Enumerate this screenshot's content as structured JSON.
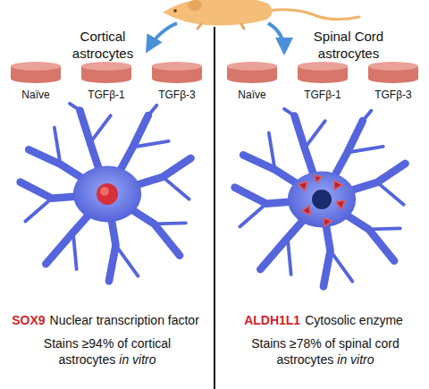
{
  "diagram": {
    "nodes": [
      {
        "text": [
          "Naïve"
        ]
      },
      {
        "text": [
          "TGFβ-1"
        ]
      },
      {
        "text": [
          "TGFβ-3"
        ]
      },
      {
        "text": [
          "Naïve"
        ]
      },
      {
        "text": [
          "TGFβ-1"
        ]
      },
      {
        "text": [
          "TGFβ-3"
        ]
      }
    ],
    "labels": [
      "Cortical astrocytes",
      "Spinal Cord astrocytes",
      "SOX9",
      "Nuclear transcription factor",
      "Stains ≥94% of cortical astrocytes",
      "in vitro",
      "ALDH1L1",
      "Cytosolic enzyme",
      "Stains ≥78% of spinal cord astrocytes",
      "in vitro"
    ]
  }
}
